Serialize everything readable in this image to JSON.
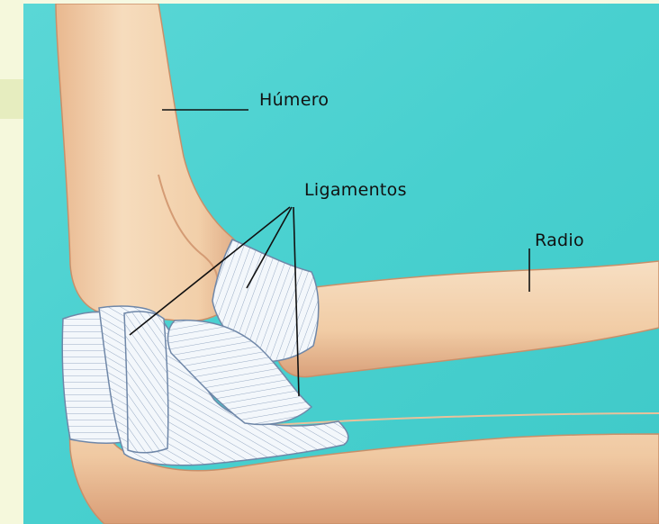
{
  "diagram": {
    "labels": {
      "humerus": "Húmero",
      "ligaments": "Ligamentos",
      "radius": "Radio"
    }
  },
  "colors": {
    "background_teal": "#45d0d0",
    "page_cream": "#f6f9e2",
    "bone": "#f2cfa6",
    "bone_shadow": "#d6a27a",
    "ligament": "#f1f6fb",
    "ligament_line": "#7f97b6",
    "leader_line": "#111111"
  }
}
